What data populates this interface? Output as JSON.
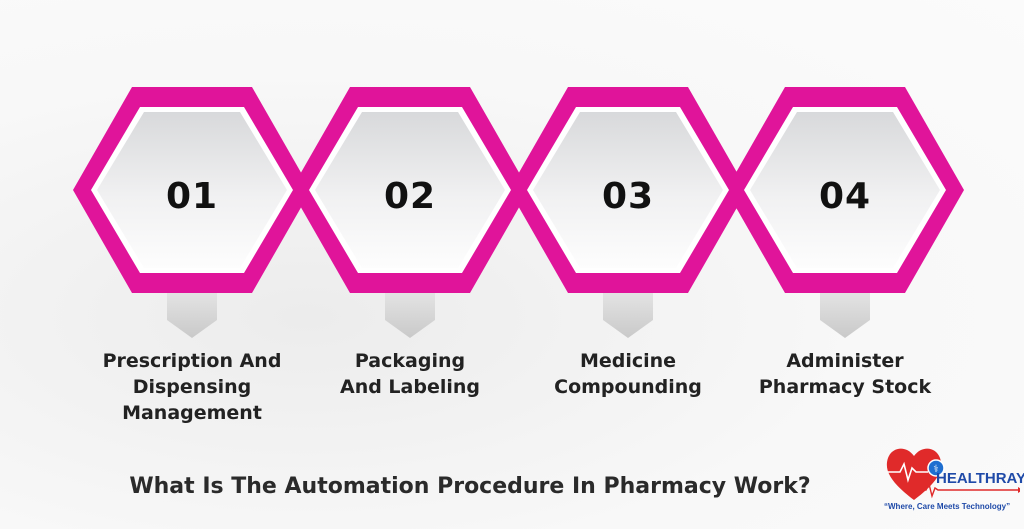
{
  "title": "What Is The Automation Procedure In Pharmacy Work?",
  "steps": [
    {
      "number": "01",
      "label_lines": [
        "Prescription And",
        "Dispensing",
        "Management"
      ],
      "label": "Prescription And Dispensing Management",
      "colors": [
        "#f5d51c",
        "#d6d81a"
      ]
    },
    {
      "number": "02",
      "label_lines": [
        "Packaging",
        "And Labeling"
      ],
      "label": "Packaging And Labeling",
      "colors": [
        "#a8d41a",
        "#3bbf4a"
      ]
    },
    {
      "number": "03",
      "label_lines": [
        "Medicine",
        "Compounding"
      ],
      "label": "Medicine Compounding",
      "colors": [
        "#22a8b0",
        "#1c7fe0"
      ]
    },
    {
      "number": "04",
      "label_lines": [
        "Administer",
        "Pharmacy Stock"
      ],
      "label": "Administer Pharmacy Stock",
      "colors": [
        "#7a3fc0",
        "#d81a9c"
      ]
    }
  ],
  "logo": {
    "name": "HEALTHRAY",
    "tagline": "“Where, Care Meets Technology”",
    "heart_color": "#e02a2a",
    "text_color": "#1f4aa8"
  }
}
